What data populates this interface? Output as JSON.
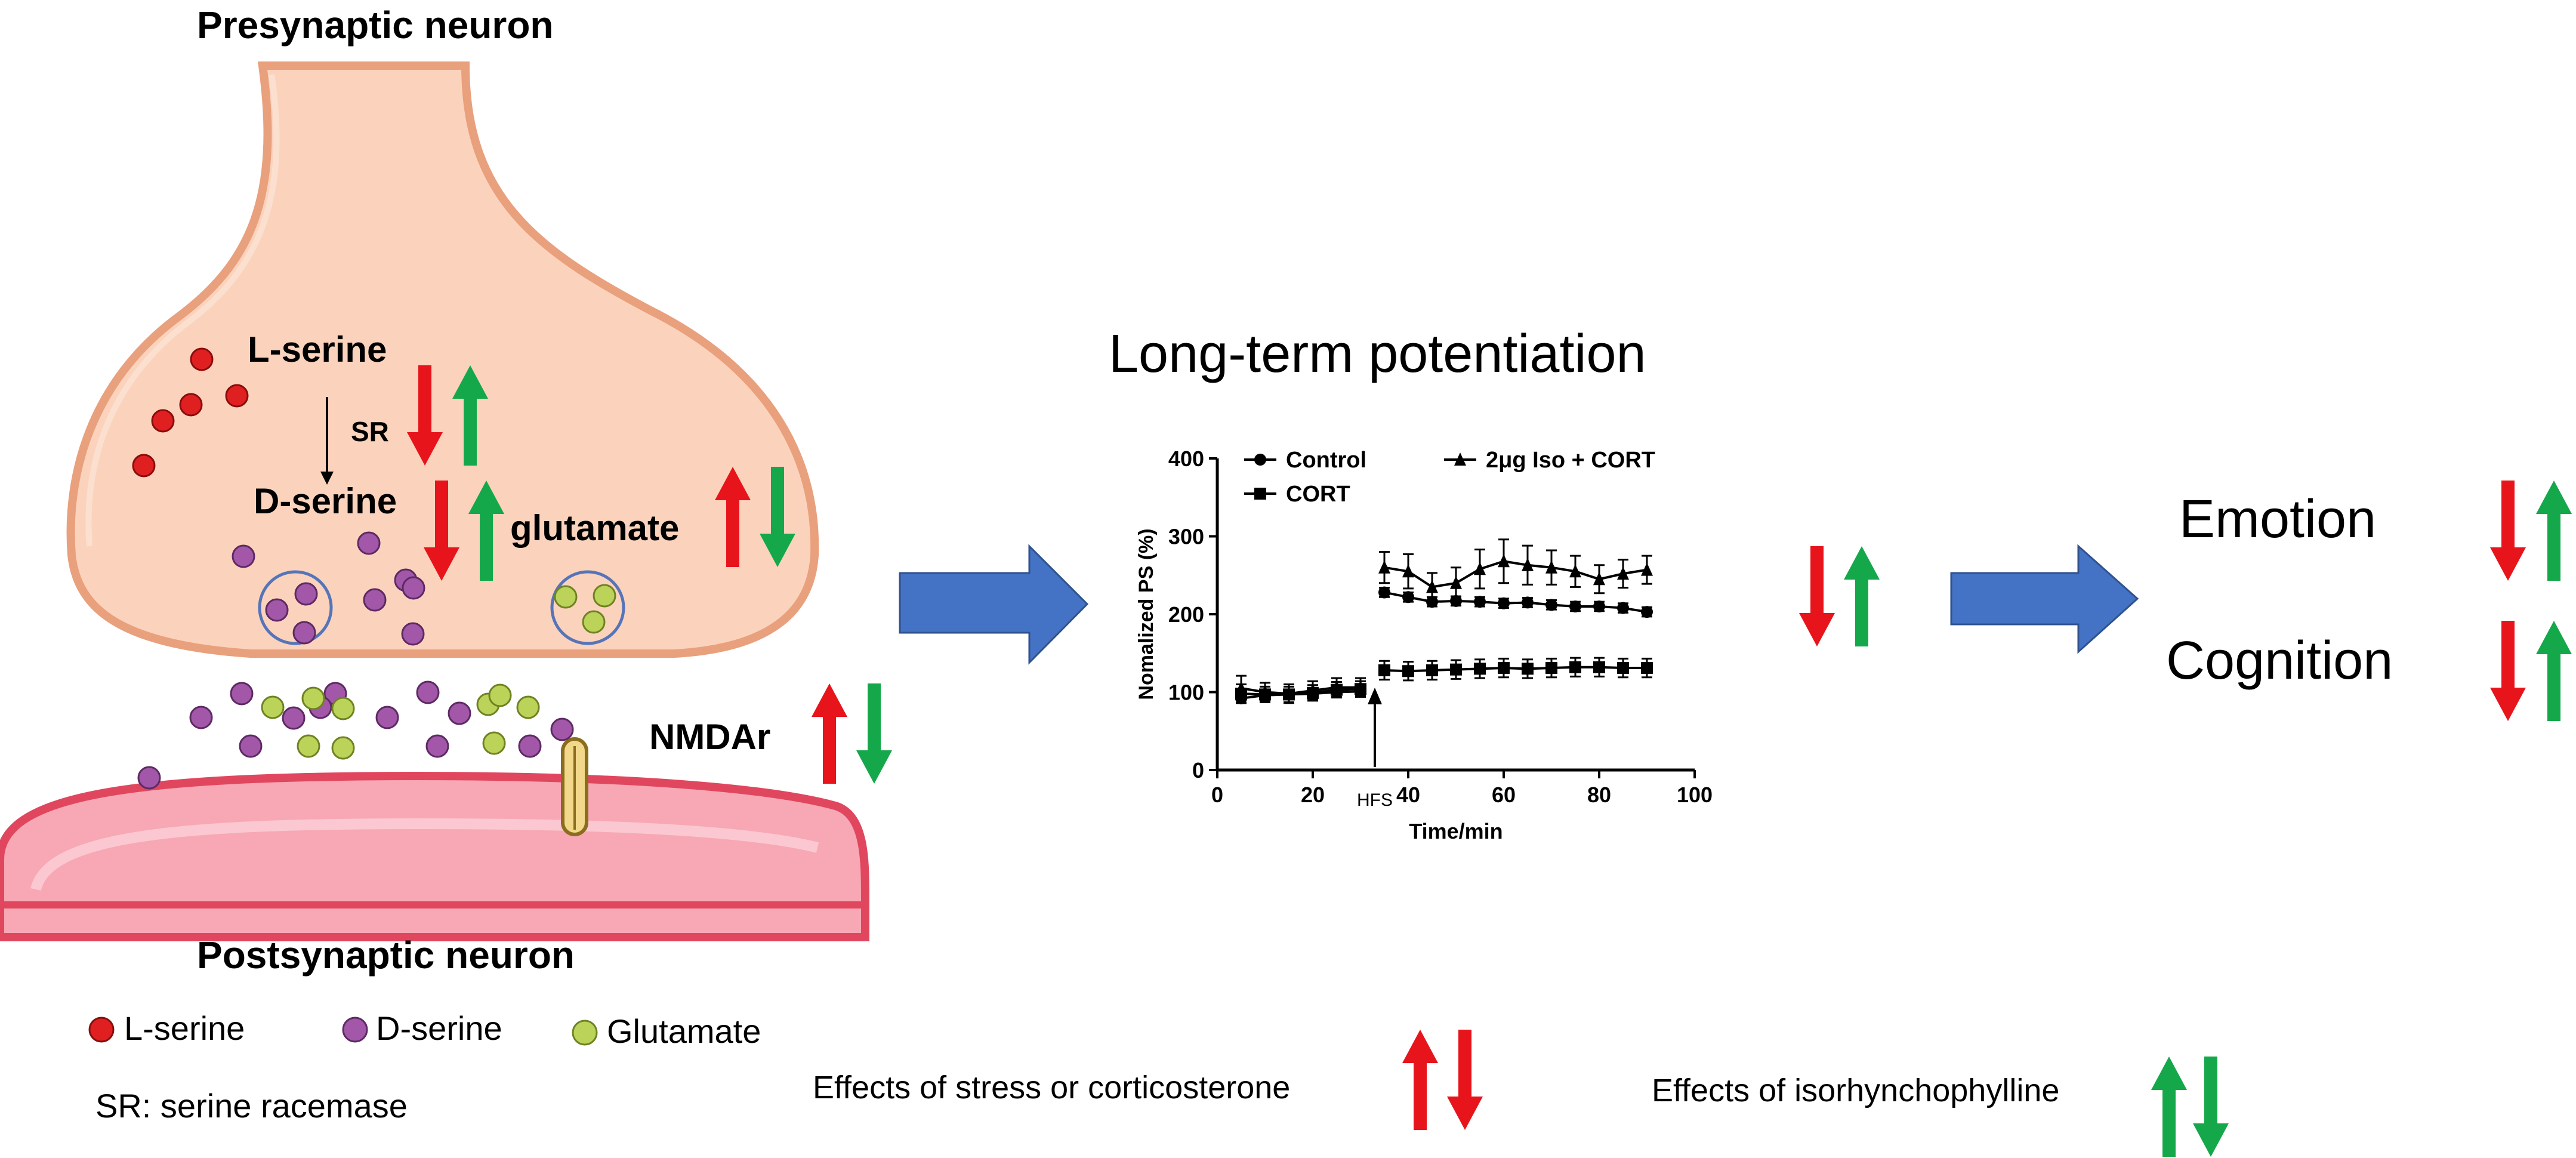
{
  "synapse": {
    "presynaptic_label": "Presynaptic neuron",
    "postsynaptic_label": "Postsynaptic neuron",
    "lserine_label": "L-serine",
    "sr_label": "SR",
    "dserine_label": "D-serine",
    "glutamate_label": "glutamate",
    "nmdar_label": "NMDAr"
  },
  "legend": {
    "lserine": "L-serine",
    "dserine": "D-serine",
    "glutamate": "Glutamate",
    "sr_note": "SR: serine racemase"
  },
  "ltp": {
    "title": "Long-term potentiation"
  },
  "outcomes": {
    "emotion": "Emotion",
    "cognition": "Cognition"
  },
  "key": {
    "stress": "Effects of stress or corticosterone",
    "iso": "Effects of isorhynchophylline"
  },
  "colors": {
    "up_down_stress": "#e8141b",
    "up_down_iso": "#14a84a",
    "flow_arrow": "#4472c4",
    "presynaptic_fill": "#fbd3bd",
    "presynaptic_edge": "#e9a07c",
    "postsynaptic_fill": "#f7a8b4",
    "postsynaptic_edge": "#e0475f",
    "lserine_dot": "#e02020",
    "dserine_dot": "#a257a8",
    "glutamate_dot": "#bcd35a"
  },
  "chart_data": {
    "type": "line",
    "xlabel": "Time/min",
    "ylabel": "Nomalized PS (%)",
    "xlim": [
      0,
      100
    ],
    "ylim": [
      0,
      400
    ],
    "xticks": [
      0,
      20,
      40,
      60,
      80,
      100
    ],
    "yticks": [
      0,
      100,
      200,
      300,
      400
    ],
    "annotation": "HFS",
    "annotation_x": 33,
    "series": [
      {
        "name": "Control",
        "marker": "circle",
        "x": [
          5,
          10,
          15,
          20,
          25,
          30,
          35,
          40,
          45,
          50,
          55,
          60,
          65,
          70,
          75,
          80,
          85,
          90
        ],
        "y": [
          92,
          96,
          97,
          98,
          100,
          101,
          228,
          222,
          216,
          217,
          216,
          214,
          215,
          212,
          210,
          210,
          208,
          203
        ],
        "err": [
          6,
          6,
          6,
          6,
          6,
          6,
          6,
          6,
          6,
          6,
          6,
          6,
          6,
          6,
          6,
          6,
          6,
          6
        ]
      },
      {
        "name": "CORT",
        "marker": "square",
        "x": [
          5,
          10,
          15,
          20,
          25,
          30,
          35,
          40,
          45,
          50,
          55,
          60,
          65,
          70,
          75,
          80,
          85,
          90
        ],
        "y": [
          98,
          97,
          97,
          99,
          103,
          104,
          128,
          127,
          128,
          129,
          130,
          131,
          130,
          131,
          132,
          132,
          131,
          131
        ],
        "err": [
          12,
          10,
          10,
          10,
          10,
          10,
          12,
          12,
          12,
          12,
          12,
          12,
          12,
          12,
          12,
          12,
          12,
          12
        ]
      },
      {
        "name": "2μg Iso + CORT",
        "marker": "triangle",
        "x": [
          5,
          10,
          15,
          20,
          25,
          30,
          35,
          40,
          45,
          50,
          55,
          60,
          65,
          70,
          75,
          80,
          85,
          90
        ],
        "y": [
          105,
          100,
          98,
          102,
          106,
          106,
          260,
          255,
          235,
          240,
          258,
          268,
          263,
          260,
          255,
          245,
          252,
          257
        ],
        "err": [
          16,
          12,
          12,
          12,
          12,
          12,
          20,
          22,
          18,
          20,
          25,
          28,
          25,
          22,
          20,
          18,
          18,
          18
        ]
      }
    ]
  }
}
